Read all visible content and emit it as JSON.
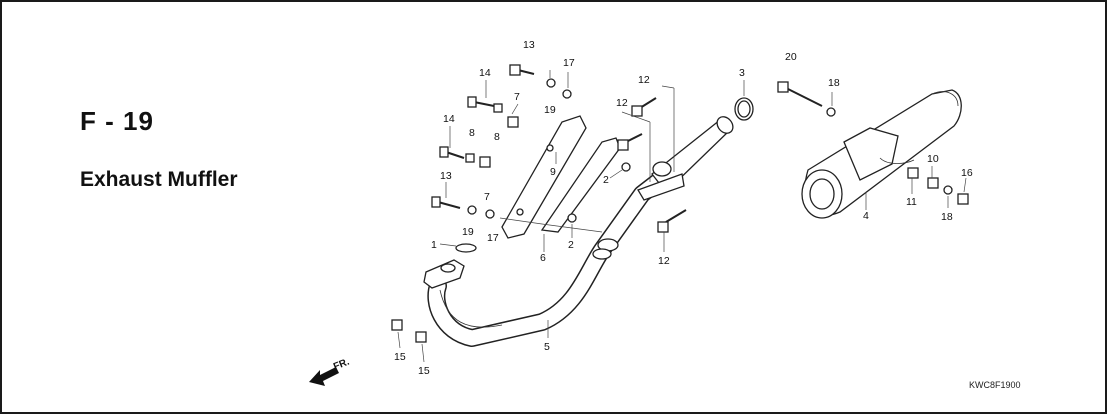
{
  "section_code": "F - 19",
  "title": "Exhaust Muffler",
  "drawing_code": "KWC8F1900",
  "direction_label": "FR.",
  "callouts": [
    "13",
    "14",
    "17",
    "19",
    "7",
    "8",
    "12",
    "12",
    "3",
    "20",
    "18",
    "14",
    "8",
    "9",
    "2",
    "7",
    "13",
    "19",
    "17",
    "1",
    "2",
    "6",
    "12",
    "10",
    "11",
    "16",
    "4",
    "18",
    "5",
    "15",
    "15"
  ]
}
